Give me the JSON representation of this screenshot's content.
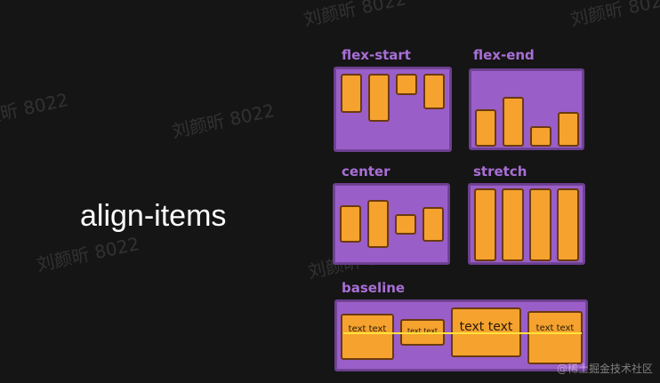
{
  "main_title": "align-items",
  "labels": {
    "flex_start": "flex-start",
    "flex_end": "flex-end",
    "center": "center",
    "stretch": "stretch",
    "baseline": "baseline"
  },
  "baseline_items": [
    "text text",
    "text text",
    "text text",
    "text text"
  ],
  "watermarks": {
    "repeat": "刘颜昕 8022",
    "corner": "@稀土掘金技术社区"
  },
  "colors": {
    "background": "#151515",
    "panel": "#9a5ec9",
    "item": "#f5a22e",
    "label": "#a86fd6",
    "baseline": "#ffe23a"
  }
}
